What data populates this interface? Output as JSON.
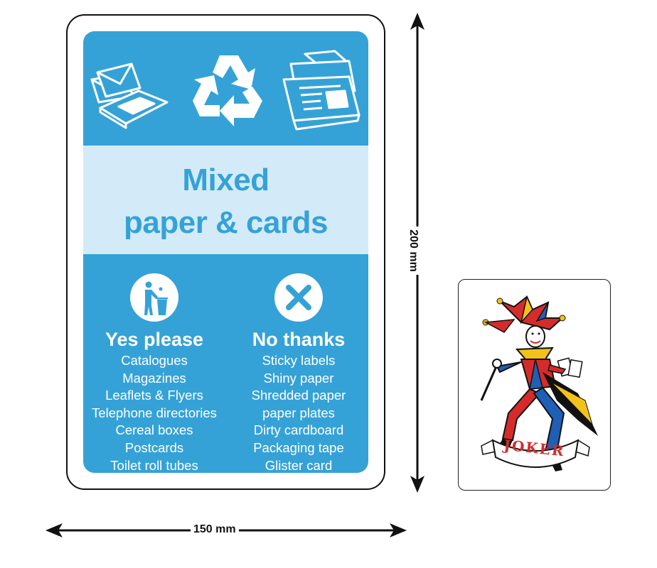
{
  "sign": {
    "title_line1": "Mixed",
    "title_line2": "paper & cards",
    "icons": [
      "envelope-icon",
      "recycle-icon",
      "newspaper-icon"
    ],
    "accent_color": "#35a2d7",
    "band_color": "#d3ebf8",
    "yes": {
      "icon": "bin-person-icon",
      "heading": "Yes please",
      "items": [
        "Catalogues",
        "Magazines",
        "Leaflets & Flyers",
        "Telephone directories",
        "Cereal boxes",
        "Postcards",
        "Toilet roll tubes"
      ]
    },
    "no": {
      "icon": "cross-icon",
      "heading": "No thanks",
      "items": [
        "Sticky labels",
        "Shiny paper",
        "Shredded paper",
        "paper plates",
        "Dirty cardboard",
        "Packaging tape",
        "Glister card"
      ]
    }
  },
  "dimensions": {
    "width_label": "150 mm",
    "height_label": "200 mm"
  },
  "card": {
    "banner_text": "JOKER"
  }
}
